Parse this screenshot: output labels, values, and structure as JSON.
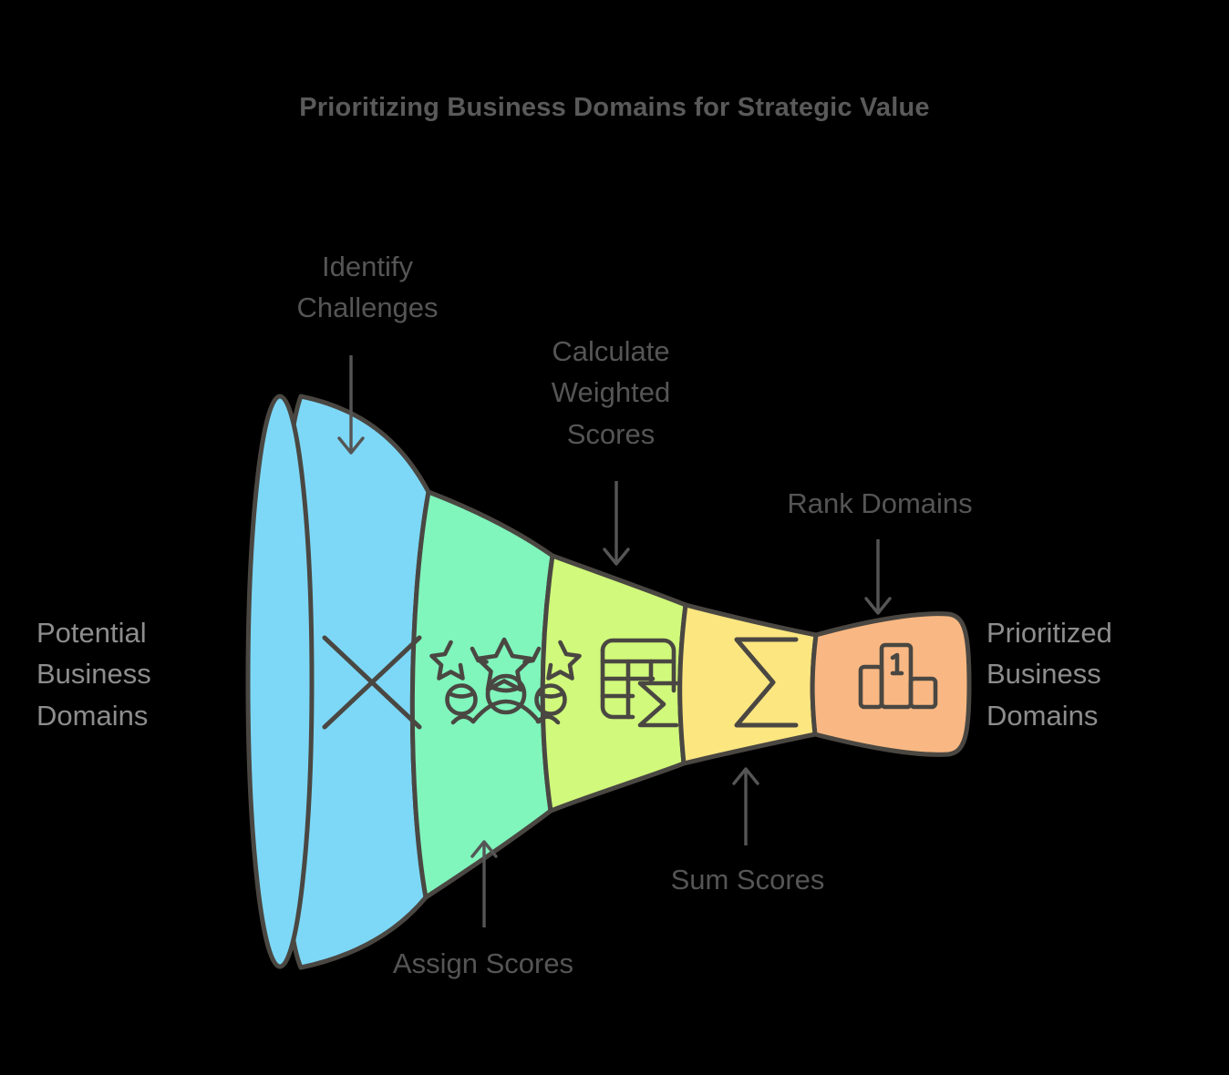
{
  "page": {
    "title": "Prioritizing Business Domains for Strategic Value",
    "background_color": "#000000",
    "title_color": "#5a5a5a",
    "label_color": "#555555",
    "side_label_color": "#8d8d8d",
    "outline_color": "#4a4742"
  },
  "funnel": {
    "input_label": "Potential\nBusiness\nDomains",
    "output_label": "Prioritized\nBusiness\nDomains",
    "stages": [
      {
        "id": "identify-challenges",
        "label": "Identify\nChallenges",
        "color": "#7DD8F7",
        "icon": "x-cross-icon",
        "callout": "top"
      },
      {
        "id": "assign-scores",
        "label": "Assign Scores",
        "color": "#80F5BC",
        "icon": "stars-people-rating-icon",
        "callout": "bottom"
      },
      {
        "id": "calculate-weighted-scores",
        "label": "Calculate\nWeighted\nScores",
        "color": "#D1F97B",
        "icon": "table-sigma-icon",
        "callout": "top"
      },
      {
        "id": "sum-scores",
        "label": "Sum Scores",
        "color": "#FCE680",
        "icon": "sigma-icon",
        "callout": "bottom"
      },
      {
        "id": "rank-domains",
        "label": "Rank Domains",
        "color": "#F9B883",
        "icon": "podium-first-place-icon",
        "callout": "top"
      }
    ],
    "podium_rank": "1"
  }
}
